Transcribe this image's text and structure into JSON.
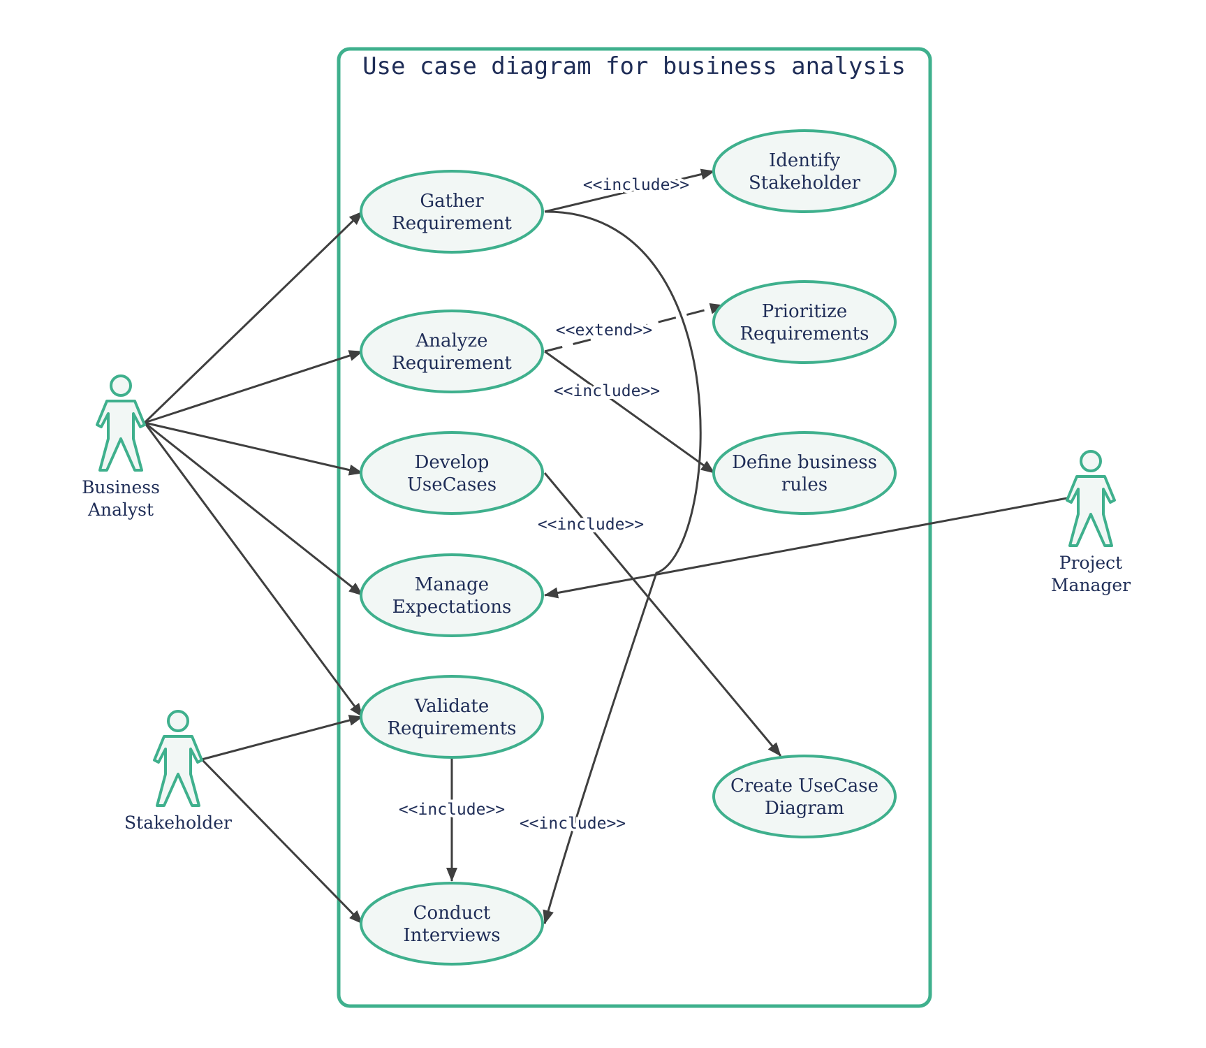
{
  "title": "Use case diagram for business analysis",
  "colors": {
    "accent": "#3fb08d",
    "text": "#1f2d57",
    "edge": "#3f3f3f",
    "fill": "#f2f7f5"
  },
  "actors": [
    {
      "id": "ba",
      "lines": [
        "Business",
        "Analyst"
      ]
    },
    {
      "id": "sh",
      "lines": [
        "Stakeholder"
      ]
    },
    {
      "id": "pm",
      "lines": [
        "Project",
        "Manager"
      ]
    }
  ],
  "use_cases": [
    {
      "id": "gather",
      "lines": [
        "Gather",
        "Requirement"
      ]
    },
    {
      "id": "analyze",
      "lines": [
        "Analyze",
        "Requirement"
      ]
    },
    {
      "id": "develop",
      "lines": [
        "Develop",
        "UseCases"
      ]
    },
    {
      "id": "manage",
      "lines": [
        "Manage",
        "Expectations"
      ]
    },
    {
      "id": "validate",
      "lines": [
        "Validate",
        "Requirements"
      ]
    },
    {
      "id": "conduct",
      "lines": [
        "Conduct",
        "Interviews"
      ]
    },
    {
      "id": "identify",
      "lines": [
        "Identify",
        "Stakeholder"
      ]
    },
    {
      "id": "prioritize",
      "lines": [
        "Prioritize",
        "Requirements"
      ]
    },
    {
      "id": "define",
      "lines": [
        "Define business",
        "rules"
      ]
    },
    {
      "id": "create",
      "lines": [
        "Create UseCase",
        "Diagram"
      ]
    }
  ],
  "associations": [
    {
      "from": "ba",
      "to": "gather"
    },
    {
      "from": "ba",
      "to": "analyze"
    },
    {
      "from": "ba",
      "to": "develop"
    },
    {
      "from": "ba",
      "to": "manage"
    },
    {
      "from": "ba",
      "to": "validate"
    },
    {
      "from": "sh",
      "to": "validate"
    },
    {
      "from": "sh",
      "to": "conduct"
    },
    {
      "from": "pm",
      "to": "manage"
    }
  ],
  "relations": [
    {
      "from": "gather",
      "to": "identify",
      "label": "<<include>>",
      "style": "solid"
    },
    {
      "from": "gather",
      "to": "conduct",
      "label": "<<include>>",
      "style": "solid"
    },
    {
      "from": "analyze",
      "to": "prioritize",
      "label": "<<extend>>",
      "style": "dashed"
    },
    {
      "from": "analyze",
      "to": "define",
      "label": "<<include>>",
      "style": "solid"
    },
    {
      "from": "develop",
      "to": "create",
      "label": "<<include>>",
      "style": "solid"
    },
    {
      "from": "validate",
      "to": "conduct",
      "label": "<<include>>",
      "style": "solid"
    }
  ]
}
